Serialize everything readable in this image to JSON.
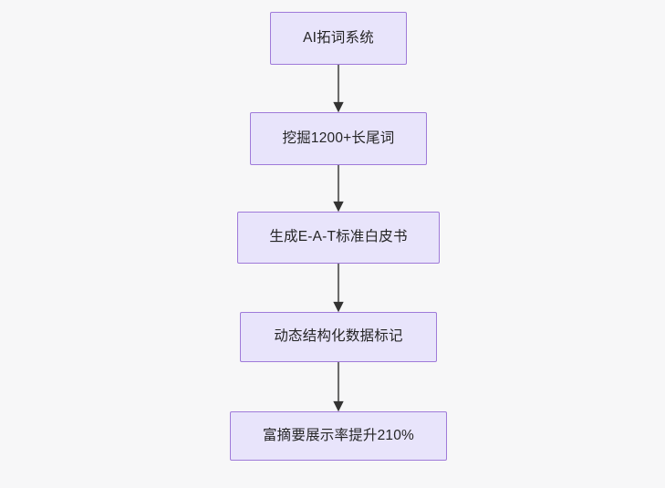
{
  "diagram": {
    "type": "flowchart",
    "orientation": "top-to-bottom",
    "background_color": "#f7f7f8",
    "node_fill_color": "#e8e4fb",
    "node_border_color": "#9f7ad9",
    "node_text_color": "#252526",
    "edge_color": "#6b6b6b",
    "arrowhead_color": "#333333",
    "nodes": [
      {
        "id": "node-1",
        "label": "AI拓词系统"
      },
      {
        "id": "node-2",
        "label": "挖掘1200+长尾词"
      },
      {
        "id": "node-3",
        "label": "生成E-A-T标准白皮书"
      },
      {
        "id": "node-4",
        "label": "动态结构化数据标记"
      },
      {
        "id": "node-5",
        "label": "富摘要展示率提升210%"
      }
    ],
    "edges": [
      {
        "id": "edge-1-2",
        "from": "node-1",
        "to": "node-2",
        "label": ""
      },
      {
        "id": "edge-2-3",
        "from": "node-2",
        "to": "node-3",
        "label": ""
      },
      {
        "id": "edge-3-4",
        "from": "node-3",
        "to": "node-4",
        "label": ""
      },
      {
        "id": "edge-4-5",
        "from": "node-4",
        "to": "node-5",
        "label": ""
      }
    ]
  }
}
